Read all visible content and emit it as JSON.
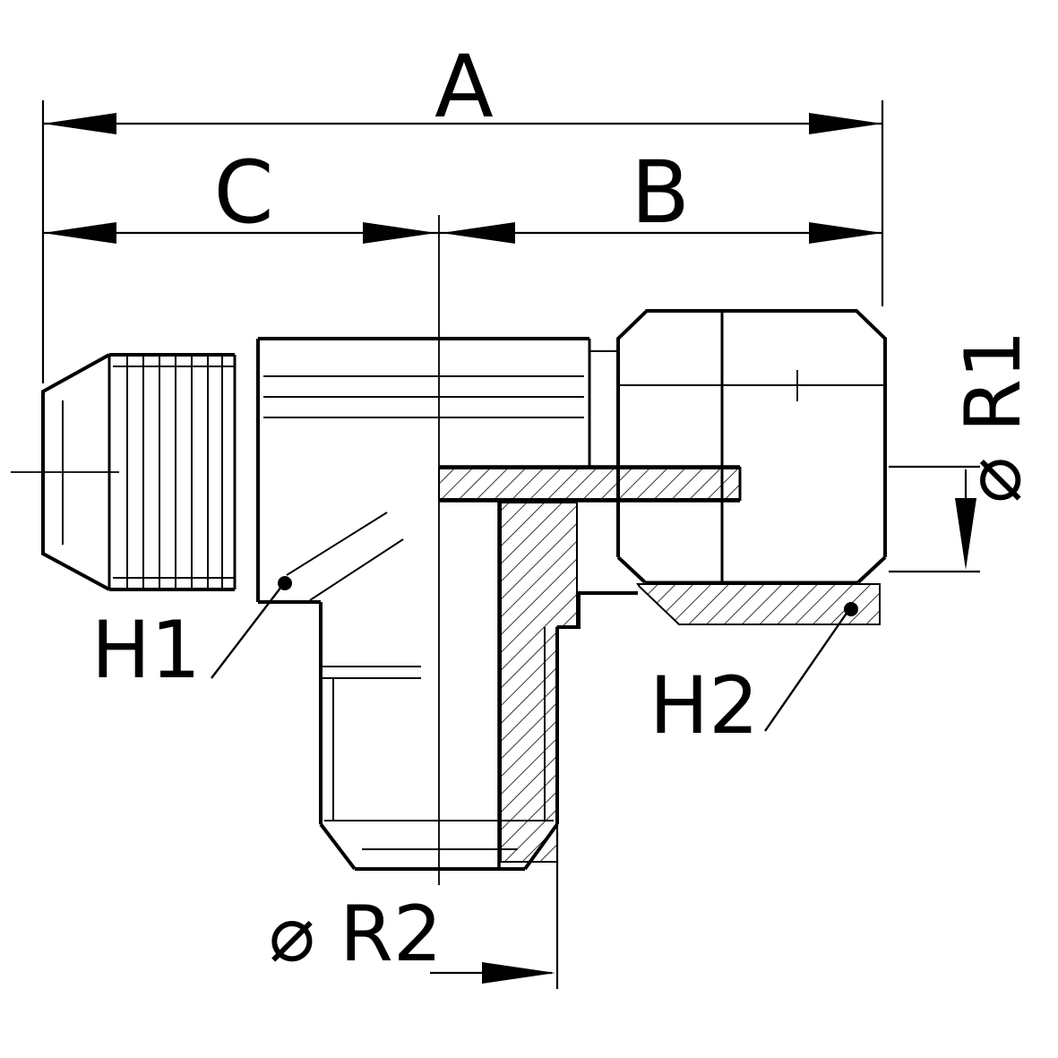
{
  "diagram": {
    "labels": {
      "dim_a": "A",
      "dim_b": "B",
      "dim_c": "C",
      "h1": "H1",
      "h2": "H2",
      "r1": "⌀ R1",
      "r2": "⌀ R2"
    },
    "colors": {
      "line": "#000000",
      "background": "#ffffff"
    }
  }
}
